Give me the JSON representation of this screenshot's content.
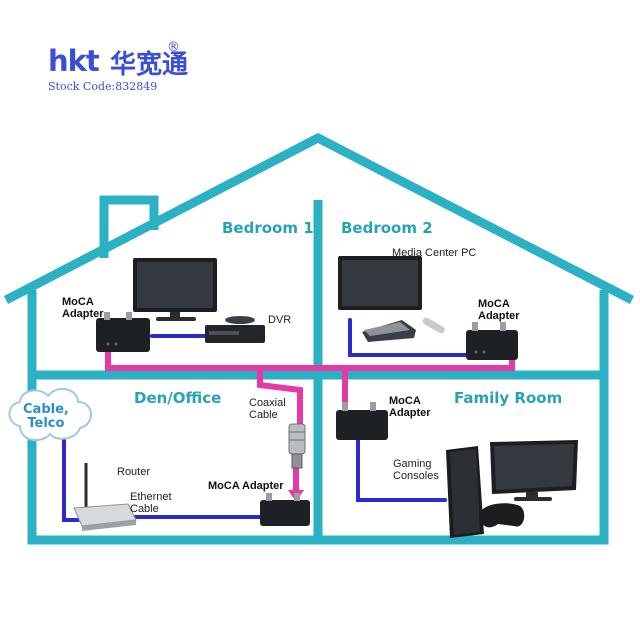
{
  "logo": {
    "mark": "hkt",
    "chinese": "华宽通",
    "registered": "®",
    "stock_code": "Stock Code:832849"
  },
  "rooms": {
    "bedroom1": "Bedroom 1",
    "bedroom2": "Bedroom 2",
    "den_office": "Den/Office",
    "family_room": "Family Room"
  },
  "devices": {
    "moca_b1": "MoCA\nAdapter",
    "dvr": "DVR",
    "media_center_pc": "Media Center PC",
    "moca_b2": "MoCA\nAdapter",
    "cloud": "Cable,\nTelco",
    "coaxial": "Coaxial\nCable",
    "moca_fr": "MoCA\nAdapter",
    "router": "Router",
    "ethernet": "Ethernet\nCable",
    "moca_den": "MoCA Adapter",
    "gaming": "Gaming\nConsoles"
  },
  "colors": {
    "roof": "#2bb1c3",
    "coax": "#e43aa8",
    "ethernet": "#2a2ad0",
    "room_label": "#26a3b6",
    "logo": "#3a4fd6"
  }
}
